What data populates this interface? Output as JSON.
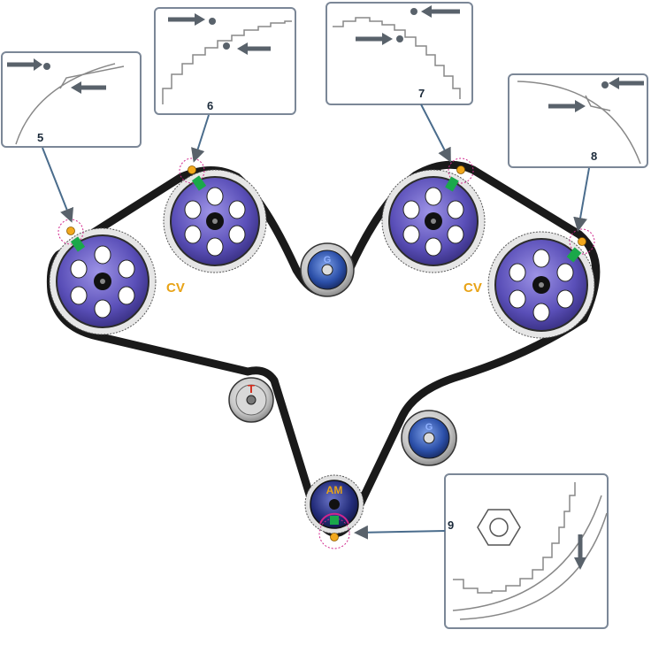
{
  "callouts": [
    {
      "number": "5"
    },
    {
      "number": "6"
    },
    {
      "number": "7"
    },
    {
      "number": "8"
    },
    {
      "number": "9"
    }
  ],
  "pulleys": {
    "cam_labels": [
      "CV",
      "CV"
    ],
    "crank_label": "AM",
    "tensioner_label": "T",
    "idler_label": "G"
  },
  "colors": {
    "belt": "#1a1a1a",
    "cam_face": "#6a5fc4",
    "timing_mark": "#f2a81d",
    "belt_mark": "#1aa84a",
    "callout_border": "#7b8797",
    "arrow": "#59626b",
    "mark_circle": "#d0268c",
    "label_yellow": "#e8a317",
    "idler_blue": "#2b4fa8"
  }
}
